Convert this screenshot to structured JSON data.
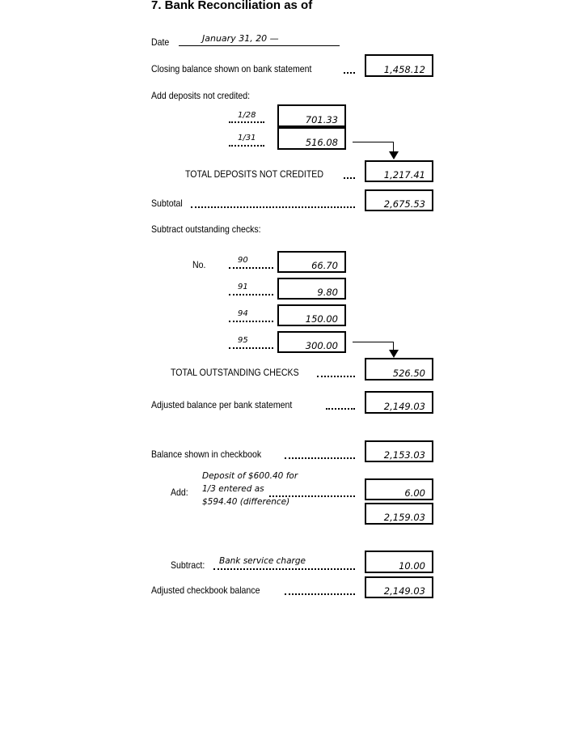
{
  "title": "7. Bank Reconciliation as of",
  "date": {
    "label": "Date",
    "value": "January 31, 20 —"
  },
  "closing_balance": {
    "label": "Closing balance shown on bank statement",
    "value": "1,458.12"
  },
  "deposits": {
    "label": "Add deposits not credited:",
    "items": [
      {
        "date": "1/28",
        "amount": "701.33"
      },
      {
        "date": "1/31",
        "amount": "516.08"
      }
    ],
    "total_label": "TOTAL DEPOSITS NOT CREDITED",
    "total": "1,217.41"
  },
  "subtotal": {
    "label": "Subtotal",
    "value": "2,675.53"
  },
  "checks": {
    "label": "Subtract outstanding checks:",
    "no_label": "No.",
    "items": [
      {
        "number": "90",
        "amount": "66.70"
      },
      {
        "number": "91",
        "amount": "9.80"
      },
      {
        "number": "94",
        "amount": "150.00"
      },
      {
        "number": "95",
        "amount": "300.00"
      }
    ],
    "total_label": "TOTAL OUTSTANDING CHECKS",
    "total": "526.50"
  },
  "adjusted_bank": {
    "label": "Adjusted balance per bank statement",
    "value": "2,149.03"
  },
  "checkbook": {
    "label": "Balance shown in checkbook",
    "value": "2,153.03"
  },
  "add": {
    "label": "Add:",
    "lines": [
      "Deposit of $600.40 for",
      "1/3 entered as",
      "$594.40 (difference)"
    ],
    "value": "6.00",
    "subtotal": "2,159.03"
  },
  "subtract": {
    "label": "Subtract:",
    "note": "Bank service charge",
    "value": "10.00"
  },
  "adjusted_checkbook": {
    "label": "Adjusted checkbook balance",
    "value": "2,149.03"
  }
}
